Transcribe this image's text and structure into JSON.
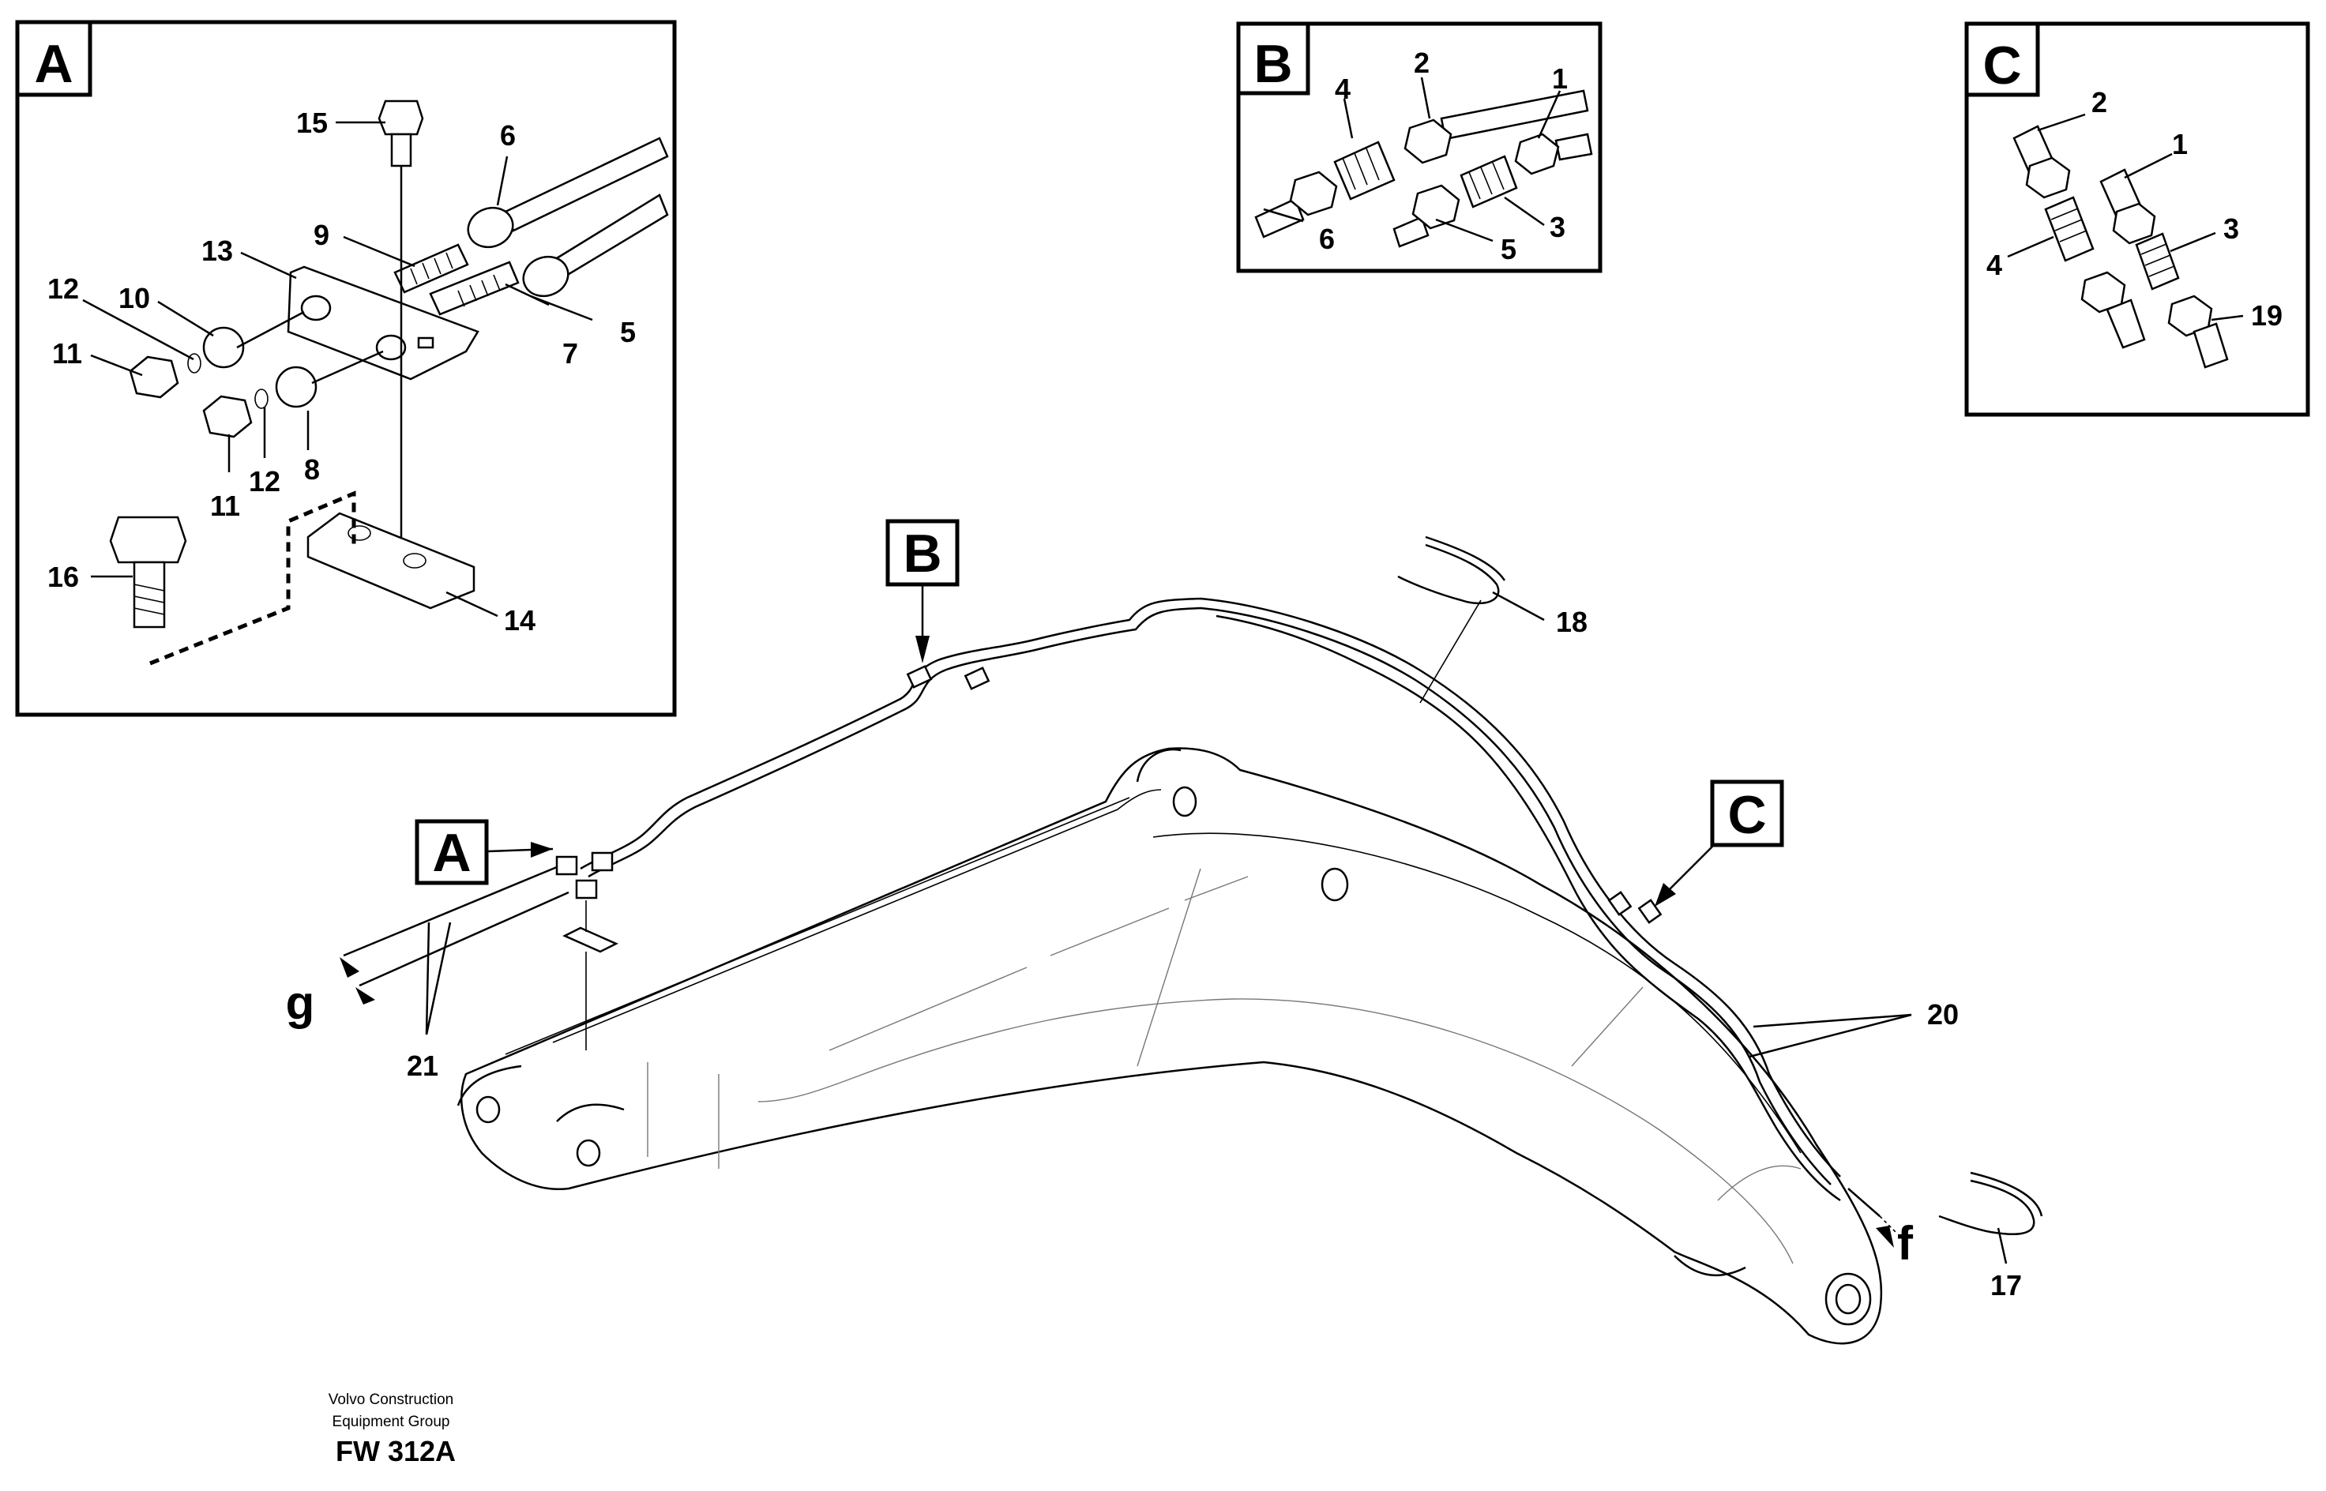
{
  "diagram": {
    "detail_boxes": [
      {
        "tag": "A"
      },
      {
        "tag": "B"
      },
      {
        "tag": "C"
      }
    ],
    "main_view_tags": {
      "a": "A",
      "b": "B",
      "c": "C"
    },
    "callouts": {
      "detail_a": [
        "15",
        "6",
        "9",
        "13",
        "12",
        "10",
        "11",
        "7",
        "5",
        "11",
        "12",
        "8",
        "16",
        "14"
      ],
      "detail_b": [
        "4",
        "2",
        "1",
        "6",
        "5",
        "3"
      ],
      "detail_c": [
        "2",
        "1",
        "3",
        "4",
        "19"
      ],
      "main": [
        "18",
        "20",
        "21",
        "17"
      ]
    },
    "arrows": {
      "g": "g",
      "f": "f"
    },
    "footer": {
      "line1": "Volvo Construction",
      "line2": "Equipment Group",
      "code": "FW 312A"
    }
  }
}
